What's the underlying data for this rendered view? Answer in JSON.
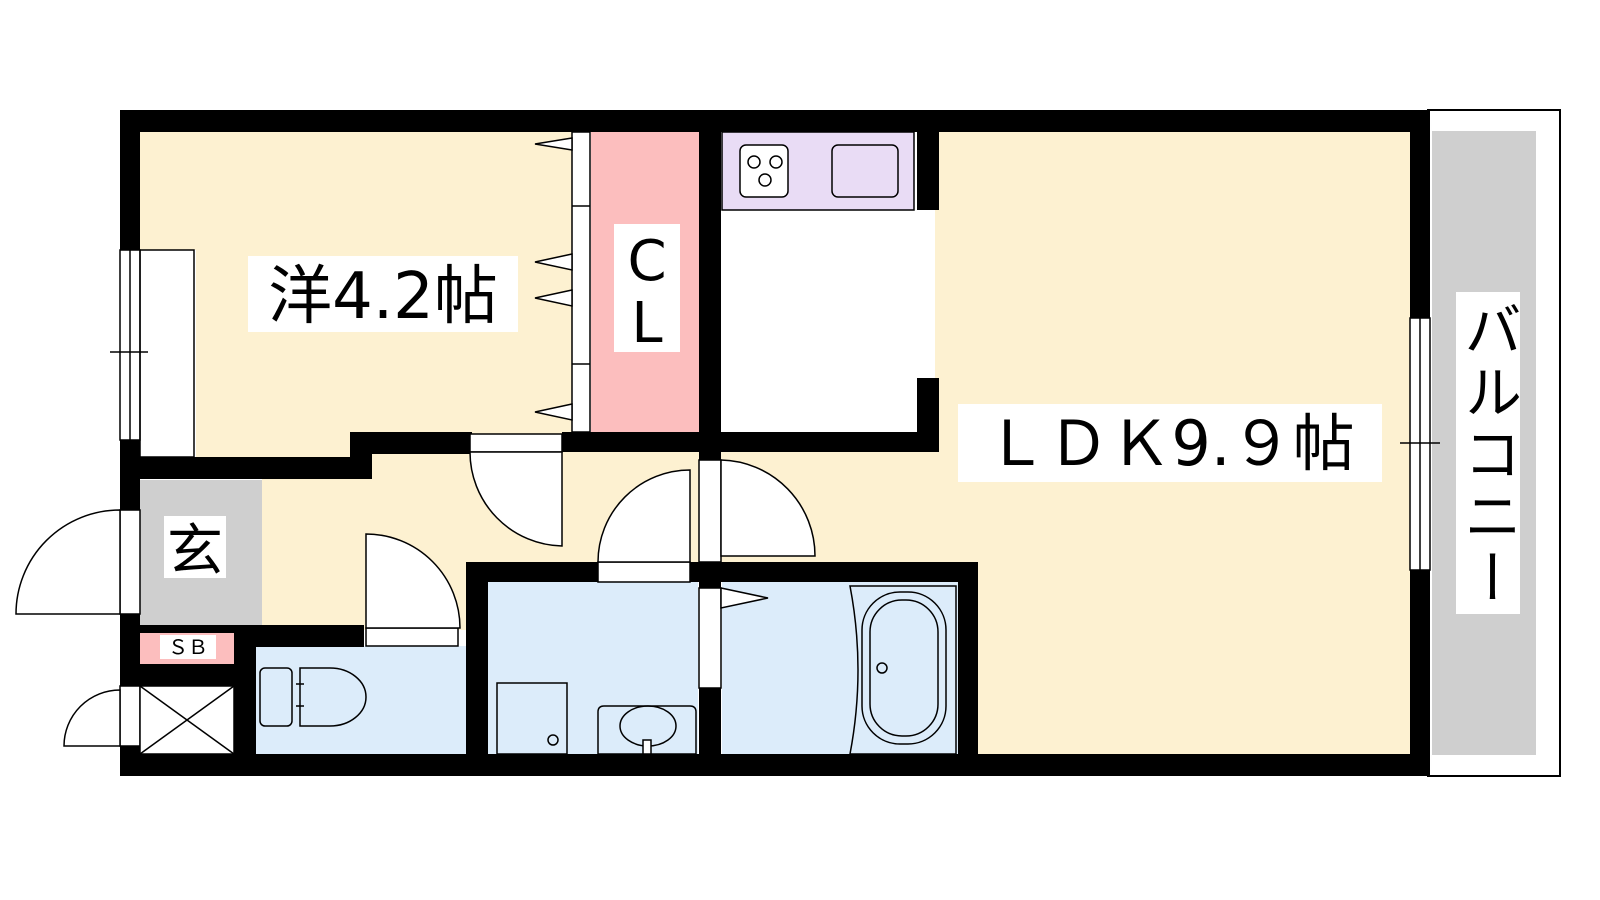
{
  "rooms": {
    "western_room": "洋4.2帖",
    "ldk": "ＬＤＫ9.９帖",
    "closet_line1": "C",
    "closet_line2": "L",
    "entrance": "玄",
    "shoe_box": "ＳＢ",
    "balcony": "バルコニー"
  },
  "colors": {
    "wall": "#000000",
    "living_floor": "#fdf1d1",
    "closet": "#fcbebe",
    "kitchen": "#e9dcf5",
    "wet_area": "#dcecfa",
    "entrance": "#cfcfcf",
    "shoe_box": "#fcbebe",
    "balcony": "#cfcfcf"
  }
}
